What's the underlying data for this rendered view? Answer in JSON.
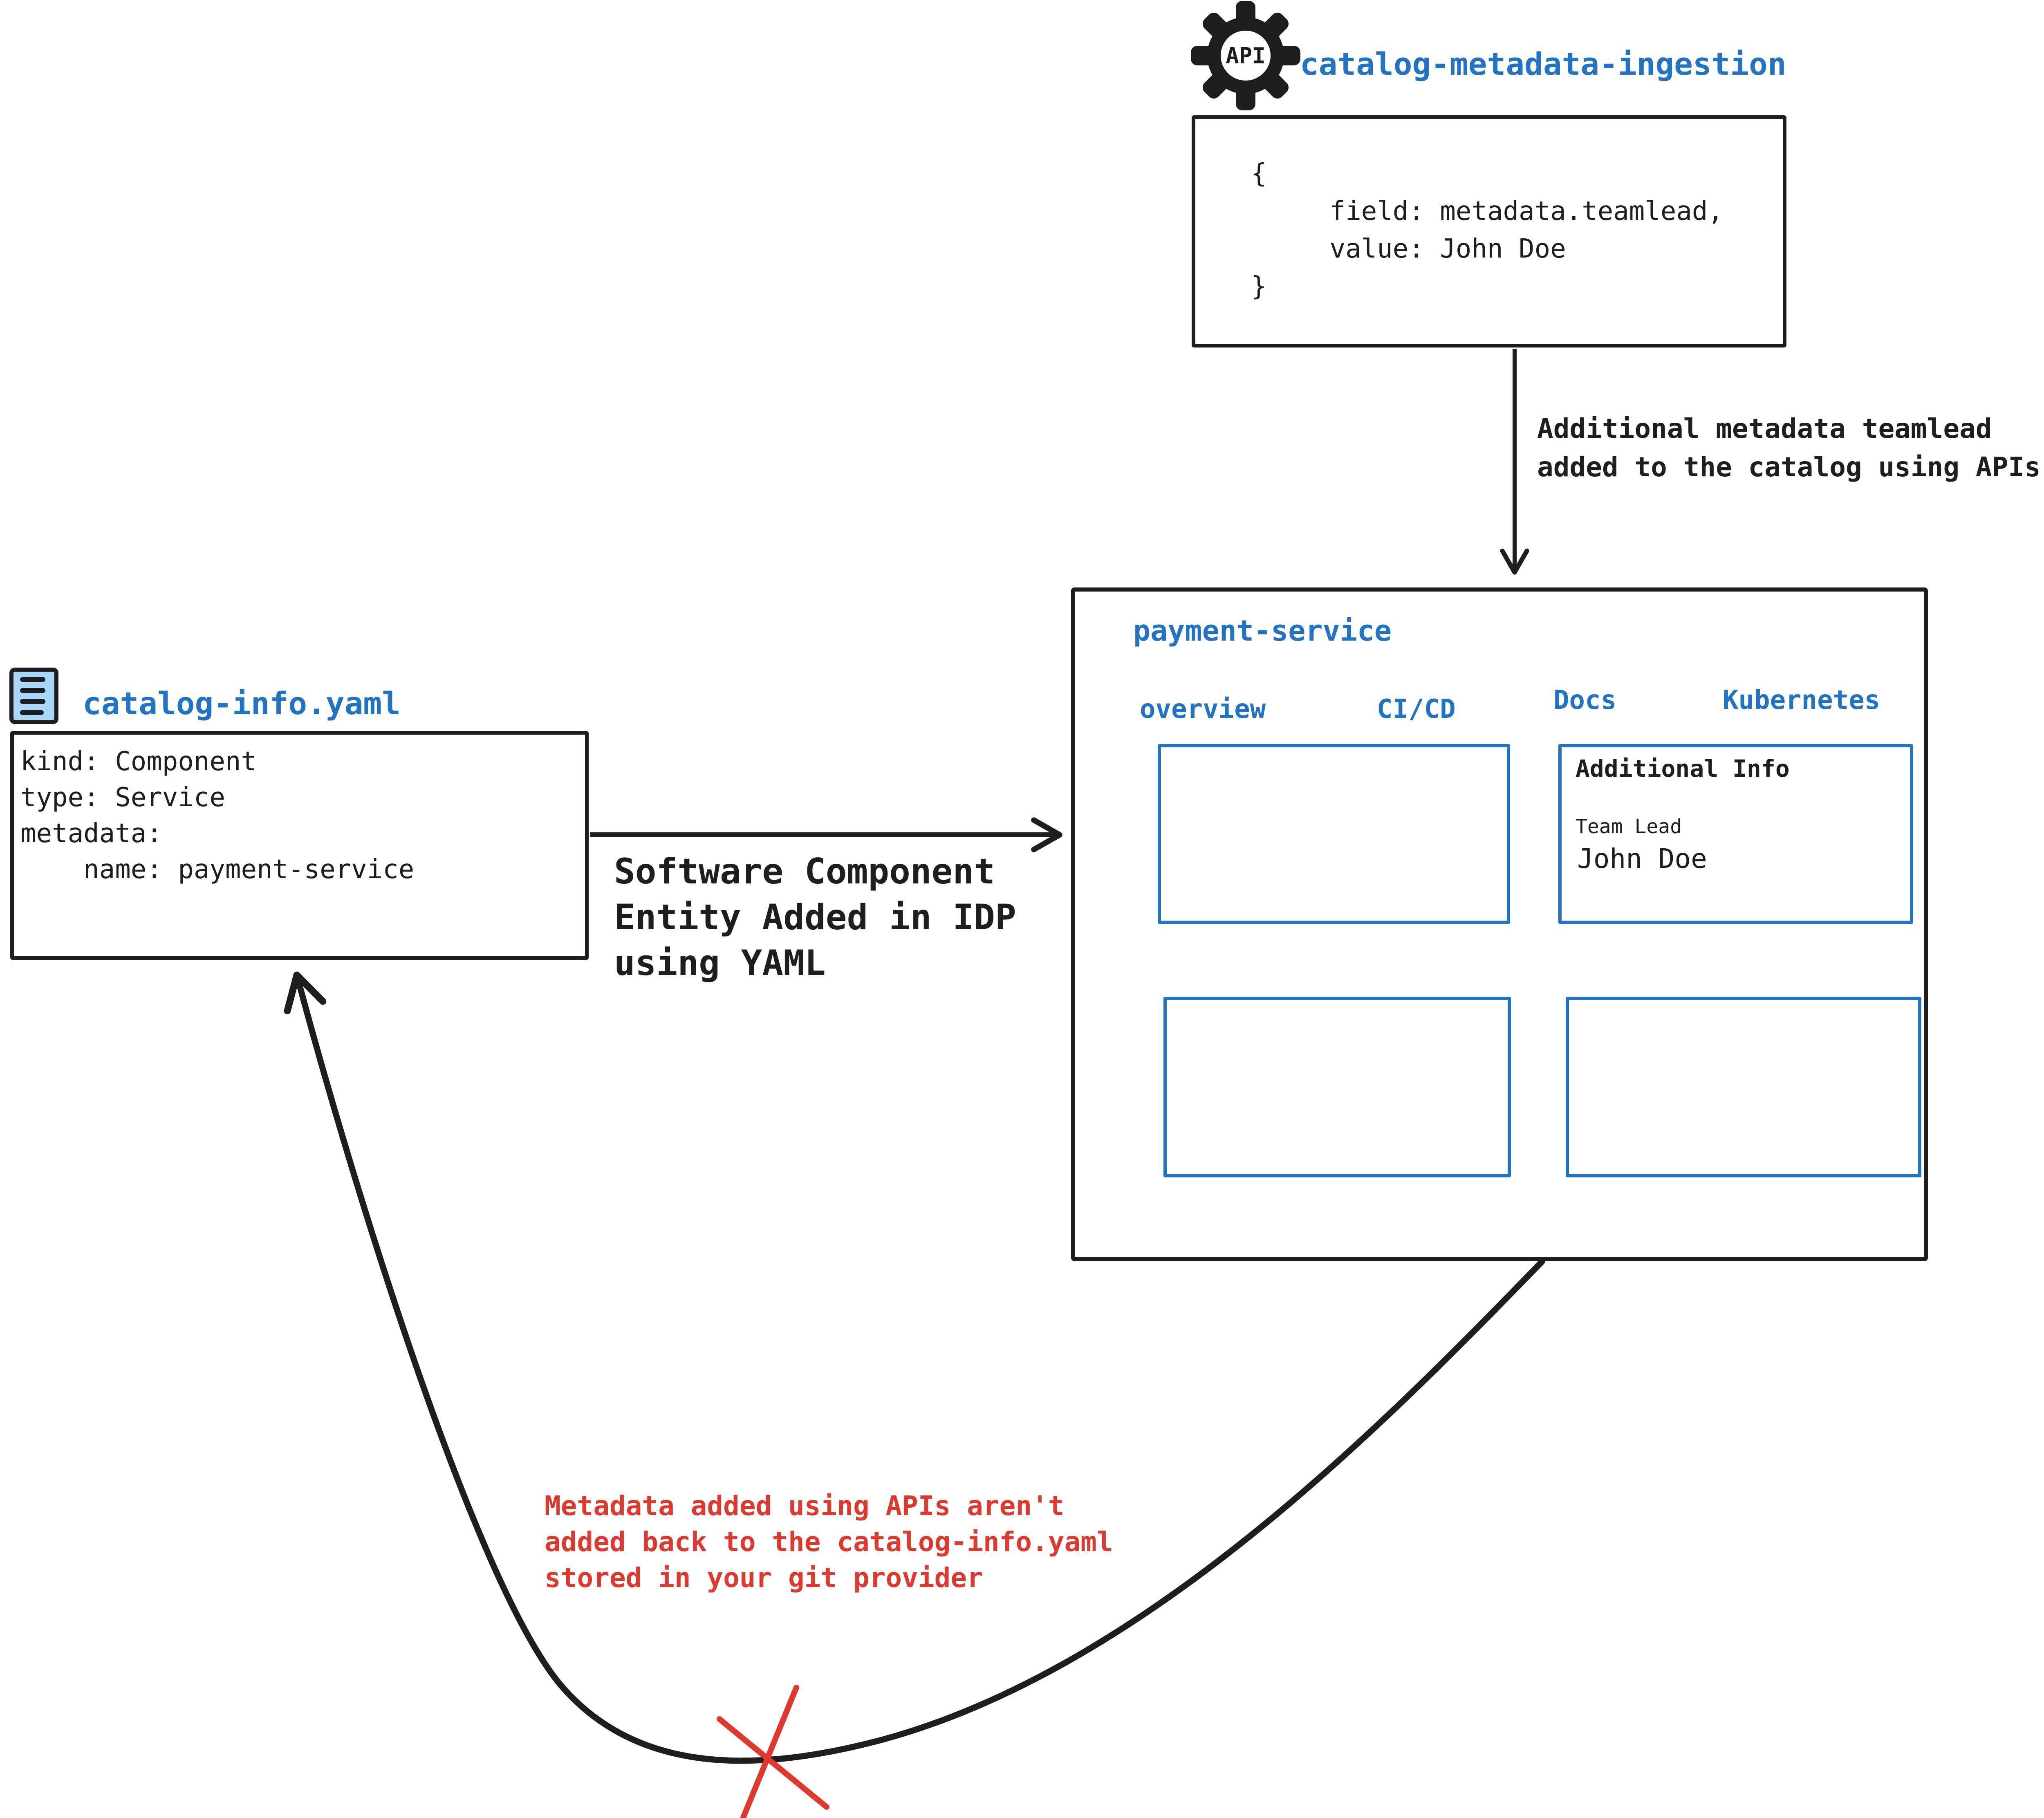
{
  "colors": {
    "ink": "#1e1e20",
    "accent_blue": "#2273c3",
    "alert_red": "#de392e",
    "doc_icon_fill": "#a8d7fa"
  },
  "api_service": {
    "icon_label": "API",
    "name": "catalog-metadata-ingestion",
    "payload_lines": [
      "{",
      "     field: metadata.teamlead,",
      "     value: John Doe",
      "}"
    ]
  },
  "api_arrow": {
    "label_line1": "Additional metadata teamlead",
    "label_line2": "added to the catalog using APIs"
  },
  "idp": {
    "service_name": "payment-service",
    "tabs": [
      {
        "label": "overview"
      },
      {
        "label": "CI/CD"
      },
      {
        "label": "Docs"
      },
      {
        "label": "Kubernetes"
      }
    ],
    "additional_info": {
      "heading": "Additional Info",
      "field": "Team Lead",
      "value": "John Doe"
    }
  },
  "yaml_file": {
    "file_name": "catalog-info.yaml",
    "lines": [
      "kind: Component",
      "type: Service",
      "metadata:",
      "    name: payment-service"
    ]
  },
  "yaml_arrow": {
    "label_line1": "Software Component",
    "label_line2": "Entity Added in IDP",
    "label_line3": "using YAML"
  },
  "warning": {
    "line1": "Metadata added using APIs aren't",
    "line2": "added back to the catalog-info.yaml",
    "line3": "stored in your git provider"
  }
}
